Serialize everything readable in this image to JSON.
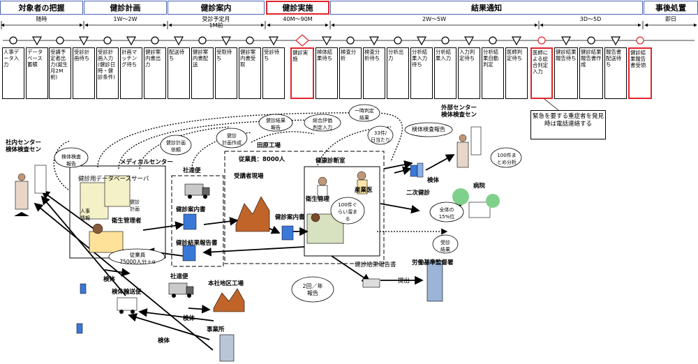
{
  "phases": [
    {
      "label": "対象者の把握",
      "dur": "随時"
    },
    {
      "label": "健診計画",
      "dur": "1W～2W"
    },
    {
      "label": "健診案内",
      "dur": "受診予定月\n1M前"
    },
    {
      "label": "健診実施",
      "dur": "40M～90M"
    },
    {
      "label": "結果通知",
      "dur_a": "2W～5W",
      "dur_b": "3D～5D"
    },
    {
      "label": "事後処置",
      "dur": "即日"
    }
  ],
  "steps": [
    "人事データ入力",
    "データベース蓄積",
    "受講予定者出力(誕生月2M前)",
    "受診計画待ち",
    "受診計画入力(健診日時・健診条件)",
    "計画マッチング待ち",
    "健診案内書出力",
    "配送待ち",
    "健診案内書配送",
    "受取待ち",
    "健診案内書受取",
    "受診待ち",
    "健診実施",
    "検体結果待ち",
    "検査分析",
    "検査分析待ち",
    "分析出力",
    "分析結果入力待ち",
    "分析結果入力",
    "入力判定待ち",
    "分析結果自動判定",
    "医師判定待ち",
    "医師による総合判定入力",
    "健診結果報告待ち",
    "健診結果報告書作成",
    "報告書配送待ち",
    "健診結果報告書受領"
  ],
  "callout_note": "緊急を要する重症者を発見時は電話連絡する",
  "diagram": {
    "internal_center": "社内センター\n検体検査セン",
    "external_center": "外部センター\n検体検査セン",
    "medical_center": "メディカルセンター",
    "db_server": "健診用データベースサーバ",
    "hr_info": "人事\n情報",
    "health_plan": "健診\n計画",
    "hygiene_mgr": "衛生管理者",
    "hygiene_mgr2": "衛生管理",
    "employees_total": "従業員\n75000人分＋α",
    "tahara": "田原工場",
    "tahara_emp": "従業員：8000人",
    "exam_site": "受講者現場",
    "clinic": "健康診断室",
    "occ_doctor": "産業医",
    "courier1": "社達便",
    "courier2": "社達便",
    "notice1": "健診案内書",
    "notice2": "健診案内書",
    "results_doc": "健診結果報告書",
    "results_doc2": "健診結果報告書",
    "specimen": "検体",
    "secondary": "二次健診",
    "hospital": "病院",
    "hq": "本社地区工場",
    "office": "事業所",
    "specimen_transport": "検体輸送便",
    "labor_office": "労働基準監督署",
    "submit": "提出",
    "bubble_report": "検体検査\n報告",
    "bubble_plan_req": "健診計画\n依頼",
    "bubble_plan_make": "健診\n計画作成",
    "bubble_result_rep": "健診結果\n報告",
    "bubble_total_eval": "総合評価\n判定入力",
    "bubble_temp": "一時判定\n結果",
    "bubble_33": "33件/\n日当たり",
    "bubble_ext_report": "検体検査報告",
    "bubble_100": "100件ぐ\nらい溜ま\nる",
    "bubble_100_analysis": "100件ま\nとめ分析",
    "bubble_15pct": "全体の\n15%位",
    "bubble_exam_result": "受診\n結果",
    "bubble_twice": "2回／年\n報告"
  }
}
